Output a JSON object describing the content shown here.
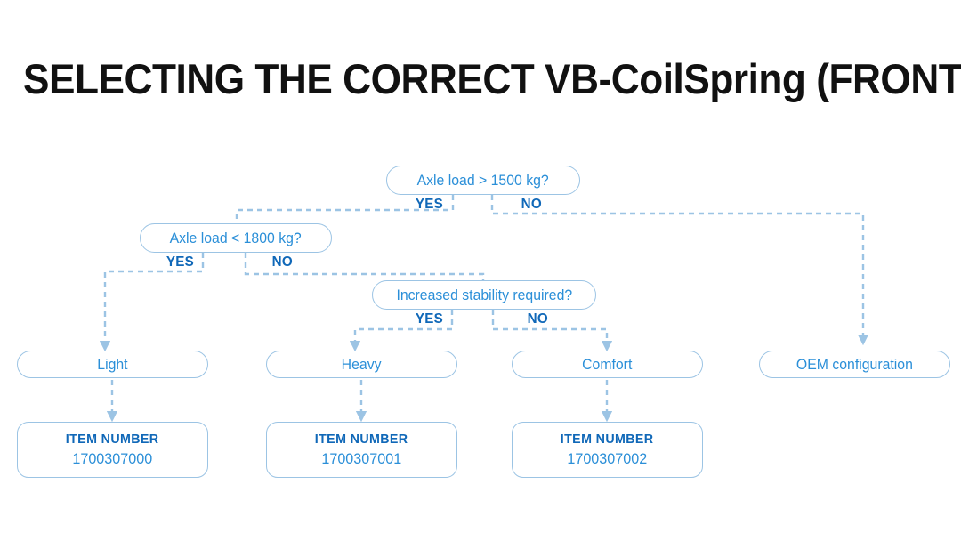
{
  "title": "SELECTING THE CORRECT VB-CoilSpring (FRONT AXLE)",
  "colors": {
    "background": "#ffffff",
    "title": "#111111",
    "node_border": "#9cc4e4",
    "node_text": "#2b8fd8",
    "branch_label": "#1068b8",
    "connector": "#9cc4e4",
    "item_heading": "#1068b8",
    "item_value": "#2b8fd8"
  },
  "flow": {
    "decisions": [
      {
        "id": "axle-load-1500",
        "label": "Axle load > 1500 kg?",
        "yes": "YES",
        "no": "NO"
      },
      {
        "id": "axle-load-1800",
        "label": "Axle load < 1800 kg?",
        "yes": "YES",
        "no": "NO"
      },
      {
        "id": "increased-stability",
        "label": "Increased stability required?",
        "yes": "YES",
        "no": "NO"
      }
    ],
    "results": [
      {
        "id": "light",
        "label": "Light"
      },
      {
        "id": "heavy",
        "label": "Heavy"
      },
      {
        "id": "comfort",
        "label": "Comfort"
      },
      {
        "id": "oem",
        "label": "OEM configuration"
      }
    ],
    "items": [
      {
        "id": "item-light",
        "heading": "ITEM NUMBER",
        "value": "1700307000"
      },
      {
        "id": "item-heavy",
        "heading": "ITEM NUMBER",
        "value": "1700307001"
      },
      {
        "id": "item-comfort",
        "heading": "ITEM NUMBER",
        "value": "1700307002"
      }
    ]
  }
}
